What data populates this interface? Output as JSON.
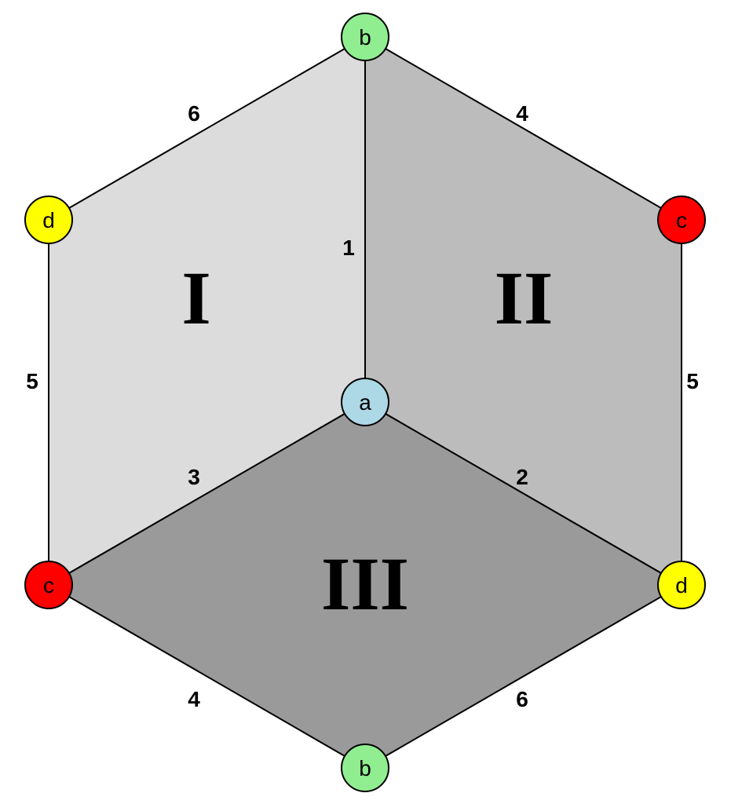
{
  "colors": {
    "face_I": "#dcdcdc",
    "face_II": "#bcbcbc",
    "face_III": "#9a9a9a",
    "node_a": "#add8e6",
    "node_b": "#90ee90",
    "node_c": "#ff0000",
    "node_d": "#ffff00"
  },
  "faces": {
    "I": "I",
    "II": "II",
    "III": "III"
  },
  "nodes": {
    "top_b": "b",
    "upper_left_d": "d",
    "upper_right_c": "c",
    "center_a": "a",
    "lower_left_c": "c",
    "lower_right_d": "d",
    "bottom_b": "b"
  },
  "edges": {
    "b_d_top_left": "6",
    "b_c_top_right": "4",
    "a_b_center": "1",
    "d_c_left": "5",
    "c_d_right": "5",
    "a_c_left": "3",
    "a_d_right": "2",
    "c_b_bottom_left": "4",
    "d_b_bottom_right": "6"
  }
}
